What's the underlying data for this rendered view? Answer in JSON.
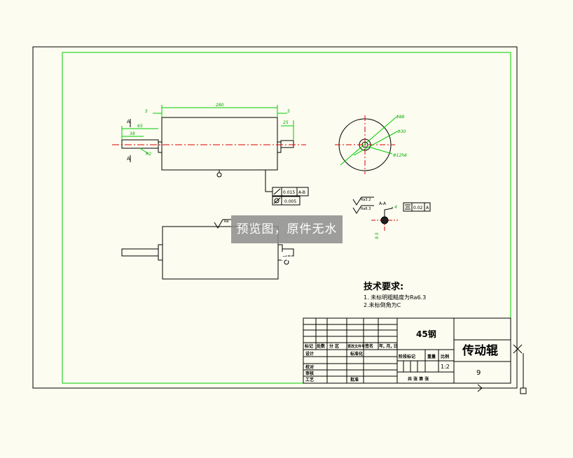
{
  "dimensions": {
    "overall_length": "280",
    "shoulder_left": "5",
    "shoulder_right": "5",
    "shaft_65": "65",
    "shaft_38": "38",
    "shaft_25": "25",
    "radius_r2": "R2",
    "dia_88": "Φ88",
    "dia_30": "Φ30",
    "dia_12": "Φ12h6",
    "section_label": "A-A",
    "section_dim_1": "4",
    "section_dim_2": "9.5",
    "arrow_a": "A"
  },
  "tolerances": {
    "runout_value": "0.015",
    "runout_datum": "A-B",
    "cyl_value": "0.005",
    "sym_value": "0.02",
    "sym_datum": "A",
    "rough_1": "Ra3.2",
    "rough_2": "Ra6.3",
    "rough_3": "Ra"
  },
  "tech_req": {
    "title": "技术要求:",
    "line1": "1. 未标明粗糙度为Ra6.3",
    "line2": "2.未标倒角为C"
  },
  "title_block": {
    "material": "45钢",
    "part_name": "传动辊",
    "drawing_no": "9",
    "scale": "1:2",
    "row_mark": "标记",
    "row_count": "处数",
    "row_zone": "分 区",
    "row_docno": "更改文件号",
    "row_sign": "签名",
    "row_date": "年, 月, 日",
    "design": "设计",
    "check": "校对",
    "audit": "审核",
    "process": "工艺",
    "standard": "标准化",
    "approve": "批准",
    "stage": "阶段标记",
    "weight": "重量",
    "ratio": "比例",
    "sheets": "共    张  第    张"
  },
  "watermark": "预览图，原件无水印",
  "colors": {
    "background": "#fdfcf0",
    "frame": "#000000",
    "border_green": "#00cc00",
    "center_red": "#dd0000"
  }
}
